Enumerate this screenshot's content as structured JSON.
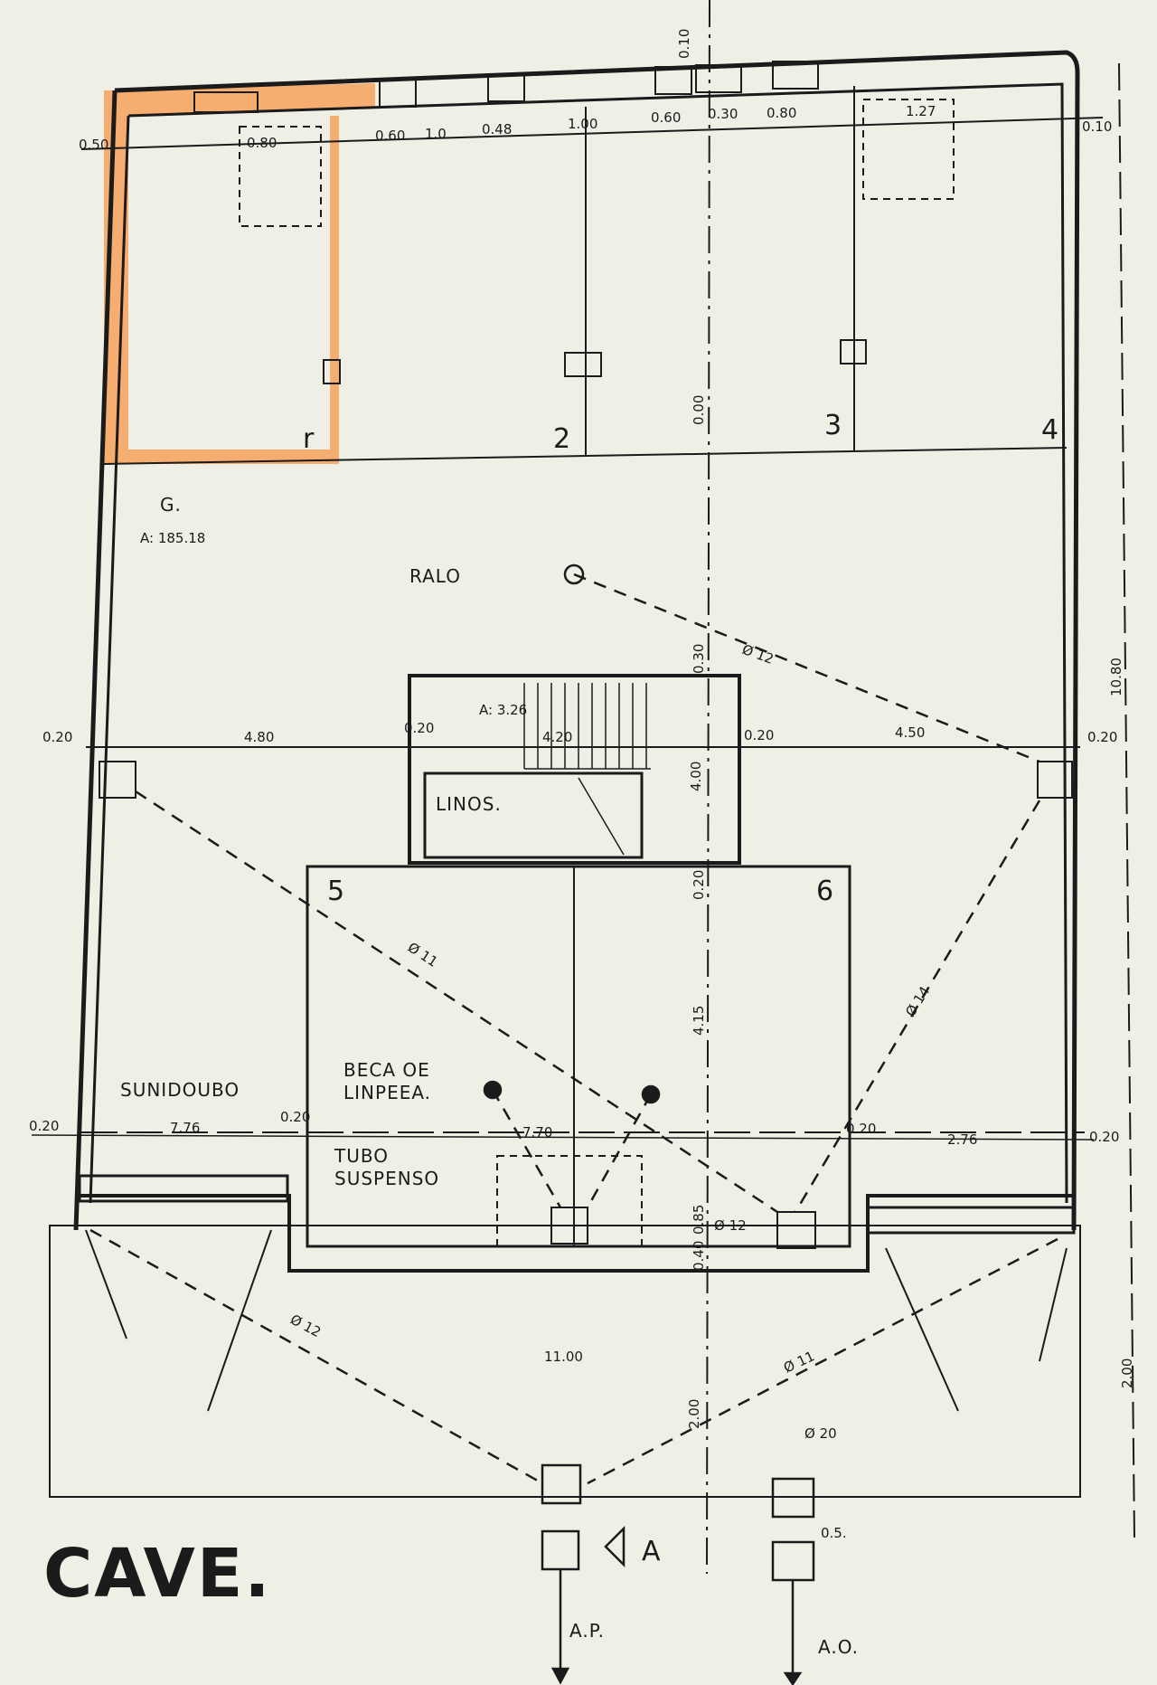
{
  "drawing": {
    "title": "CAVE.",
    "highlight_color": "#f6a15a",
    "ink_color": "#1b1b1b",
    "paper_color": "#efefe6",
    "garage": {
      "label": "G.",
      "area": "A: 185.18"
    },
    "stair": {
      "area": "A: 3.26",
      "dim": "4.20",
      "dim_v": "4.00"
    },
    "linos": "LINOS.",
    "ralo": "RALO",
    "boca": [
      "BECA OE",
      "LINPEEA."
    ],
    "tubo": [
      "TUBO",
      "SUSPENSO"
    ],
    "sumidouro": "SUNIDOUBO",
    "section_marker": "A",
    "outlets": {
      "left": "A.P.",
      "right": "A.O."
    },
    "bay_numbers": [
      "r",
      "2",
      "3",
      "4",
      "5",
      "6"
    ],
    "top_dims": [
      "0.50",
      "0.80",
      "0.60",
      "1.0",
      "0.48",
      "1.00",
      "0.60",
      "0.30",
      "0.80",
      "1.27",
      "0.10",
      "0.10"
    ],
    "mid_dims": [
      "0.20",
      "4.80",
      "0.20",
      "0.20",
      "4.50",
      "0.20"
    ],
    "low_dims": [
      "0.20",
      "7.76",
      "0.20",
      "7.70",
      "0.20",
      "2.76",
      "0.20"
    ],
    "vertical_dims": [
      "0.00",
      "0.30",
      "0.20",
      "4.15",
      "0.85",
      "0.40",
      "2.00",
      "10.80",
      "2.00"
    ],
    "ramp_dim": "11.00",
    "pipes": [
      "Ø 12",
      "Ø 11",
      "Ø 14",
      "Ø 12",
      "Ø 12",
      "Ø 11",
      "Ø 20"
    ],
    "bottom_note": "0.5."
  }
}
